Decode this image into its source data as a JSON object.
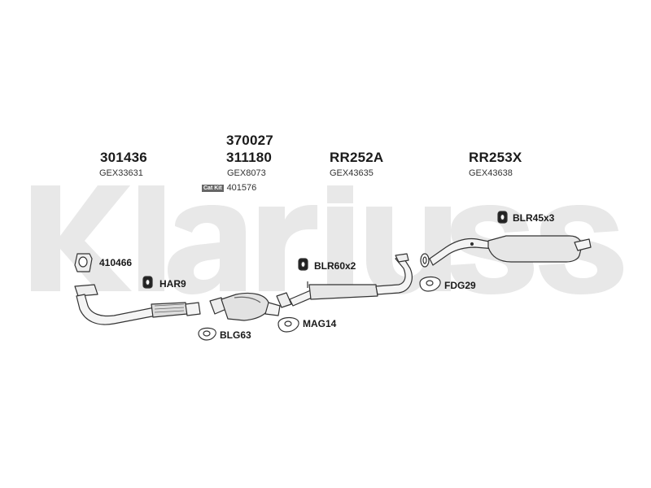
{
  "watermark": {
    "text": "Klarius",
    "color": "#e6e6e6"
  },
  "headers": [
    {
      "code": "301436",
      "ref": "GEX33631"
    },
    {
      "code_top": "370027",
      "code": "311180",
      "ref": "GEX8073",
      "catkit_badge": "Cat Kit",
      "catkit_ref": "401576"
    },
    {
      "code": "RR252A",
      "ref": "GEX43635"
    },
    {
      "code": "RR253X",
      "ref": "GEX43638"
    }
  ],
  "part_labels": {
    "gasket_410466": "410466",
    "har9": "HAR9",
    "blg63": "BLG63",
    "mag14": "MAG14",
    "blr60x2": "BLR60x2",
    "fdg29": "FDG29",
    "blr45x3": "BLR45x3"
  },
  "colors": {
    "pipe_fill": "#f2f2f2",
    "pipe_stroke": "#333333",
    "rubber": "#222222"
  }
}
